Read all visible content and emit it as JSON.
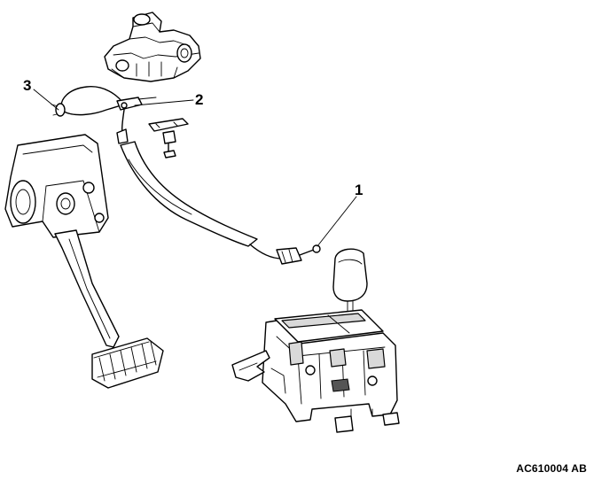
{
  "callouts": [
    {
      "id": "1",
      "text": "1",
      "part": "shift-lock-cable-lever-end"
    },
    {
      "id": "2",
      "text": "2",
      "part": "shift-lock-cable-key-end"
    },
    {
      "id": "3",
      "text": "3",
      "part": "cable-clamp"
    }
  ],
  "figure_code": "AC610004 AB"
}
